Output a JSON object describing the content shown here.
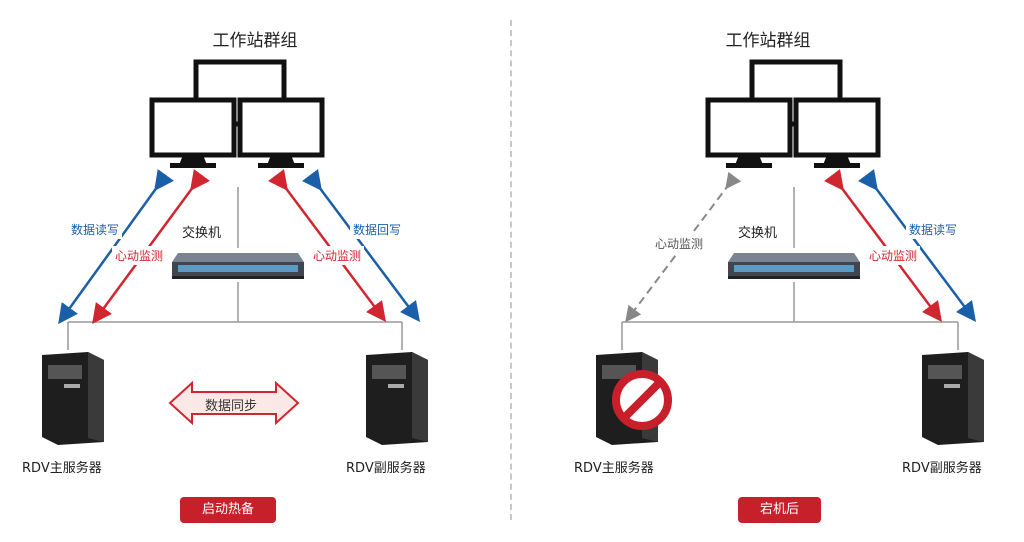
{
  "left": {
    "title": "工作站群组",
    "switch_label": "交换机",
    "primary_label": "RDV主服务器",
    "secondary_label": "RDV副服务器",
    "arrows": {
      "left_blue": "数据读写",
      "left_red": "心动监测",
      "right_red": "心动监测",
      "right_blue": "数据回写"
    },
    "sync_label": "数据同步",
    "status_badge": "启动热备"
  },
  "right": {
    "title": "工作站群组",
    "switch_label": "交换机",
    "primary_label": "RDV主服务器",
    "secondary_label": "RDV副服务器",
    "arrows": {
      "left_gray": "心动监测",
      "right_red": "心动监测",
      "right_blue": "数据读写"
    },
    "status_badge": "宕机后"
  },
  "colors": {
    "accent_red": "#c8202a",
    "arrow_blue": "#1a5fa8",
    "arrow_red": "#d0262f",
    "arrow_gray": "#888888"
  },
  "icons": {
    "monitor": "monitor-icon",
    "switch": "network-switch-icon",
    "server": "tower-server-icon",
    "failure": "prohibited-icon"
  }
}
